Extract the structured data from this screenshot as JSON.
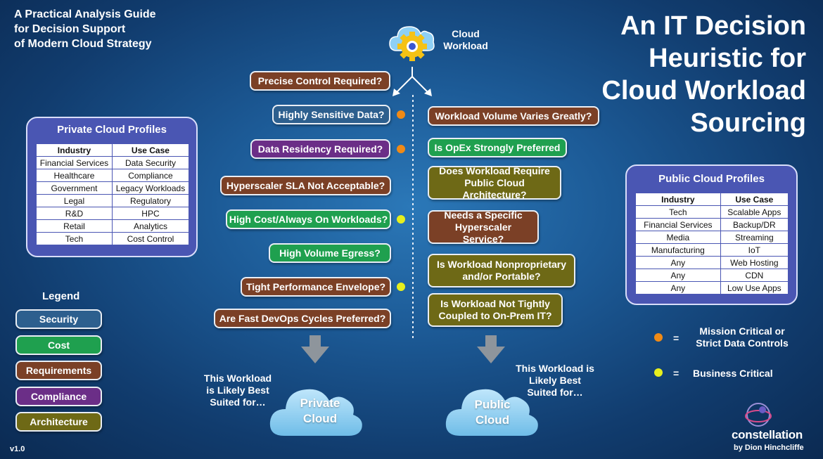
{
  "subtitle": [
    "A Practical Analysis Guide",
    "for Decision Support",
    "of Modern Cloud Strategy"
  ],
  "title": [
    "An IT Decision",
    "Heuristic for",
    "Cloud Workload",
    "Sourcing"
  ],
  "start": {
    "label_line1": "Cloud",
    "label_line2": "Workload"
  },
  "left_questions": [
    "Precise Control Required?",
    "Highly Sensitive Data?",
    "Data Residency Required?",
    "Hyperscaler SLA Not Acceptable?",
    "High Cost/Always On Workloads?",
    "High Volume Egress?",
    "Tight Performance Envelope?",
    "Are Fast DevOps Cycles Preferred?"
  ],
  "right_questions": [
    "Workload Volume Varies Greatly?",
    "Is OpEx Strongly Preferred",
    {
      "line1": "Does Workload Require",
      "line2": "Public Cloud Architecture?"
    },
    {
      "line1": "Needs a Specific",
      "line2": "Hyperscaler Service?"
    },
    {
      "line1": "Is Workload Nonproprietary",
      "line2": "and/or Portable?"
    },
    {
      "line1": "Is Workload Not Tightly",
      "line2": "Coupled to On-Prem IT?"
    }
  ],
  "private_profiles": {
    "title": "Private Cloud Profiles",
    "headers": [
      "Industry",
      "Use Case"
    ],
    "rows": [
      [
        "Financial Services",
        "Data Security"
      ],
      [
        "Healthcare",
        "Compliance"
      ],
      [
        "Government",
        "Legacy Workloads"
      ],
      [
        "Legal",
        "Regulatory"
      ],
      [
        "R&D",
        "HPC"
      ],
      [
        "Retail",
        "Analytics"
      ],
      [
        "Tech",
        "Cost Control"
      ]
    ]
  },
  "public_profiles": {
    "title": "Public Cloud Profiles",
    "headers": [
      "Industry",
      "Use Case"
    ],
    "rows": [
      [
        "Tech",
        "Scalable Apps"
      ],
      [
        "Financial Services",
        "Backup/DR"
      ],
      [
        "Media",
        "Streaming"
      ],
      [
        "Manufacturing",
        "IoT"
      ],
      [
        "Any",
        "Web Hosting"
      ],
      [
        "Any",
        "CDN"
      ],
      [
        "Any",
        "Low Use Apps"
      ]
    ]
  },
  "legend": {
    "title": "Legend",
    "items": [
      "Security",
      "Cost",
      "Requirements",
      "Compliance",
      "Architecture"
    ]
  },
  "dot_legend": {
    "orange": {
      "eq": "=",
      "line1": "Mission Critical or",
      "line2": "Strict Data Controls"
    },
    "yellow": {
      "eq": "=",
      "label": "Business Critical"
    }
  },
  "outcomes": {
    "private_caption": [
      "This Workload",
      "is Likely Best",
      "Suited for…"
    ],
    "private_cloud": [
      "Private",
      "Cloud"
    ],
    "public_caption": [
      "This Workload is",
      "Likely Best",
      "Suited for…"
    ],
    "public_cloud": [
      "Public",
      "Cloud"
    ]
  },
  "version": "v1.0",
  "brand": {
    "name": "constellation",
    "byline": "by Dion Hinchcliffe"
  },
  "colors": {
    "requirements": "#7b4026",
    "security": "#2d5f8e",
    "compliance": "#6b2e87",
    "cost": "#1fa04f",
    "architecture": "#6e6916",
    "mission_critical": "#f08a16",
    "business_critical": "#e6ef1e"
  }
}
